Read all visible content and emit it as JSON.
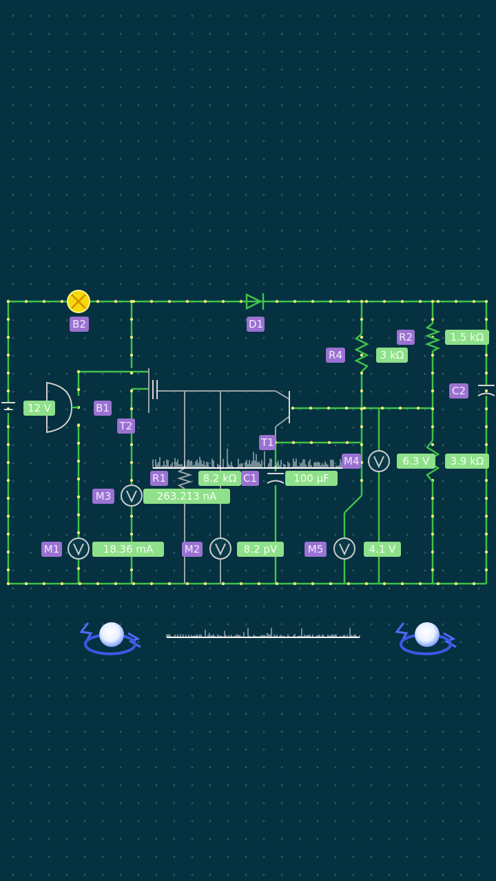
{
  "components": {
    "B2": "B2",
    "D1": "D1",
    "R2": "R2",
    "R4": "R4",
    "C2": "C2",
    "B1": "B1",
    "T2": "T2",
    "T1": "T1",
    "M4": "M4",
    "R1": "R1",
    "C1": "C1",
    "M3": "M3",
    "M1": "M1",
    "M2": "M2",
    "M5": "M5"
  },
  "values": {
    "r2_resistance": "1.5 kΩ",
    "r4_resistance": "3 kΩ",
    "b1_voltage": "12 V",
    "m4_reading": "6.3 V",
    "r3_resistance": "3.9 kΩ",
    "r1_resistance": "8.2 kΩ",
    "c1_capacitance": "100 µF",
    "m3_reading": "263.213 nA",
    "m1_reading": "18.36 mA",
    "m2_reading": "8.2 pV",
    "m5_reading": "4.1 V"
  },
  "icons": {
    "lamp": "lamp-icon",
    "diode": "diode-icon",
    "meter": "voltmeter-icon",
    "orb": "electric-orb-icon"
  },
  "colors": {
    "background": "#053140",
    "wire": "#3fc24a",
    "node": "#f2f07a",
    "component_tag": "#9b72d2",
    "value_tag": "#8fe08a",
    "lamp": "#f5d90a"
  }
}
